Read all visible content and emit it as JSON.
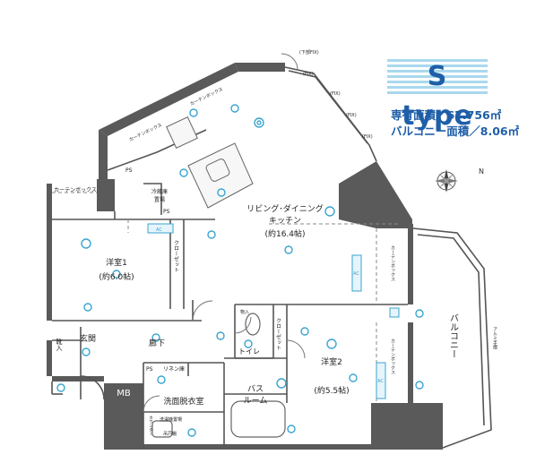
{
  "header": {
    "plan_type": "S type",
    "area_lines": [
      "専有面積／67.756㎡",
      "バルコニー面積／8.06㎡"
    ]
  },
  "rooms": {
    "living_dining_kitchen": {
      "name": "リビング･ダイニング\nキッチン",
      "size": "(約16.4帖)"
    },
    "western_room_1": {
      "name": "洋室1",
      "size": "(約6.0帖)"
    },
    "western_room_2": {
      "name": "洋室2",
      "size": "(約5.5帖)"
    },
    "entrance": "玄関",
    "hallway": "廊下",
    "toilet": "トイレ",
    "bath": "バス\nルーム",
    "washroom": "洗面脱衣室",
    "balcony": "バルコニー",
    "mb": "MB"
  },
  "labels": {
    "closet": "クローゼット",
    "closet_v": "クローゼット",
    "curtain_box_1": "カーテンボックス",
    "curtain_box_2": "カーテンボックス",
    "curtain_box_3": "カーテンボックス",
    "curtain_box_4": "カーテンボックス",
    "curtain_box_5": "カーテンボックス",
    "fridge": "冷蔵庫\n置場",
    "ps_1": "PS",
    "ps_2": "PS",
    "ps_3": "PS",
    "linen": "リネン庫",
    "washer": "洗濯機置場",
    "shelf": "吊戸棚",
    "storage": "物入",
    "shoe": "靴入",
    "fix_1": "(下部FIX)",
    "fix_2": "(FIX)",
    "fix_3": "(FIX)",
    "fix_4": "(FIX)",
    "fix_5": "(FIX)",
    "counter": "カウンター",
    "aircon": "AC",
    "aluminum": "アルミ手摺"
  },
  "compass": {
    "north": "N"
  },
  "colors": {
    "accent": "#1f5fa8",
    "banner_stripe": "#a9d8ee",
    "wall": "#555555",
    "fixture": "#39a5cf"
  }
}
